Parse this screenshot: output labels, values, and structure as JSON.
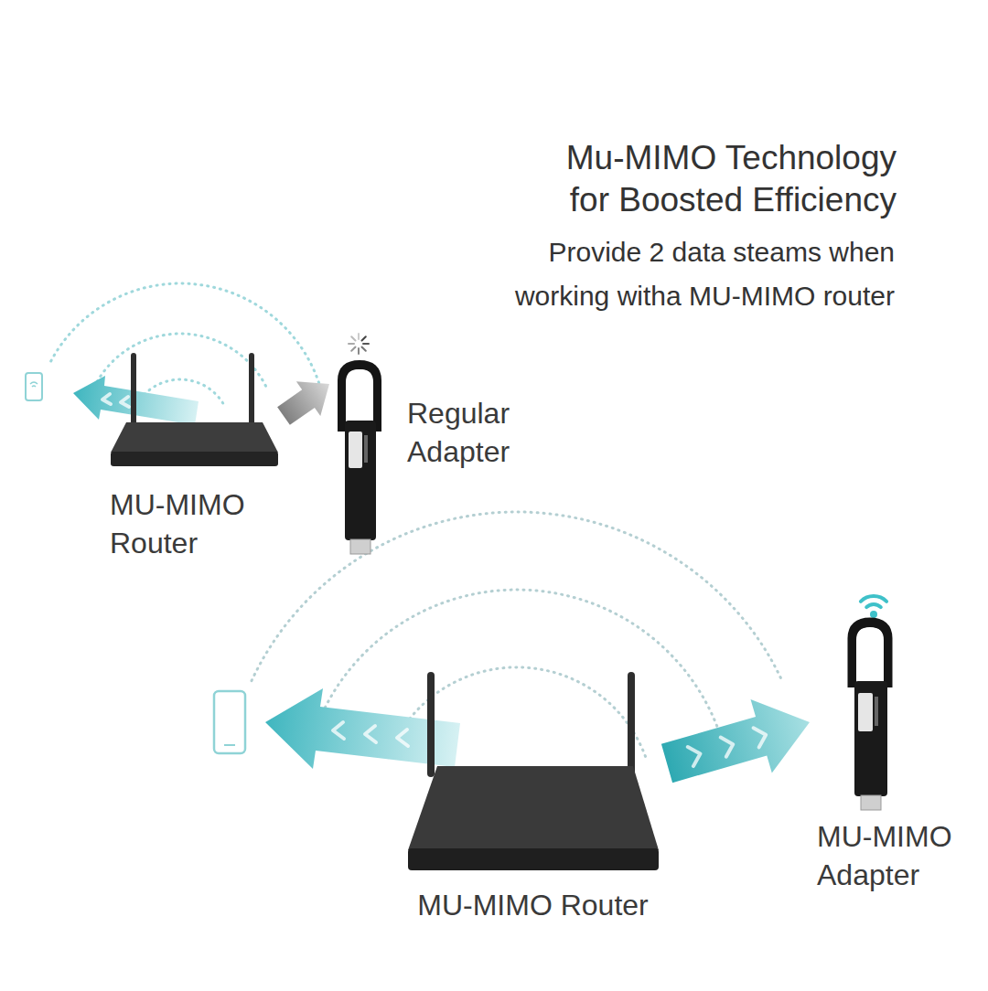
{
  "diagram": {
    "title": "Mu-MIMO Technology for Boosted Efficiency",
    "nodes": [
      {
        "text": [
          "MU-MIMO Router"
        ]
      },
      {
        "text": [
          "Regular Adapter"
        ]
      },
      {
        "text": [
          "MU-MIMO Router"
        ]
      },
      {
        "text": [
          "MU-MIMO Adapter"
        ]
      }
    ],
    "edges": [
      {
        "from": 0,
        "to": 1,
        "arrow": "to"
      },
      {
        "from": 2,
        "to": 3,
        "arrow": "to"
      }
    ],
    "labels": [
      "Provide 2 data steams when working witha MU-MIMO router"
    ]
  }
}
